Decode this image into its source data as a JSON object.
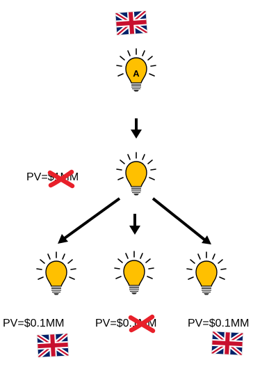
{
  "colors": {
    "bulb_fill": "#FFC000",
    "bulb_outline": "#000000",
    "arrow": "#000000",
    "cross": "#E8202A",
    "flag_blue": "#012169",
    "flag_red": "#C8102E",
    "flag_white": "#FFFFFF"
  },
  "icons": [
    "uk-flag-icon",
    "lightbulb-icon",
    "down-arrow-icon",
    "red-cross-icon"
  ],
  "top_bulb": {
    "letter": "A"
  },
  "labels": {
    "middle_pv": "PV=$1MM",
    "left_pv": "PV=$0.1MM",
    "center_pv": "PV=$0.1MM",
    "right_pv": "PV=$0.1MM"
  }
}
